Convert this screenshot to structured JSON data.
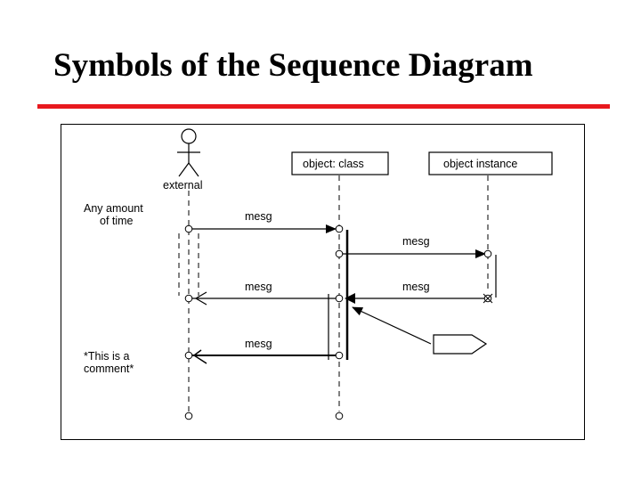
{
  "slide": {
    "title": "Symbols of the Sequence Diagram",
    "accent_color": "#e8191e"
  },
  "diagram": {
    "actor_label": "external",
    "objects": {
      "class": "object: class",
      "instance": "object instance"
    },
    "time_note": [
      "Any amount",
      "of time"
    ],
    "comment_note": [
      "*This is a",
      "comment*"
    ],
    "messages": {
      "m1": "mesg",
      "m2": "mesg",
      "m3": "mesg",
      "m4": "mesg",
      "m5": "mesg"
    }
  }
}
